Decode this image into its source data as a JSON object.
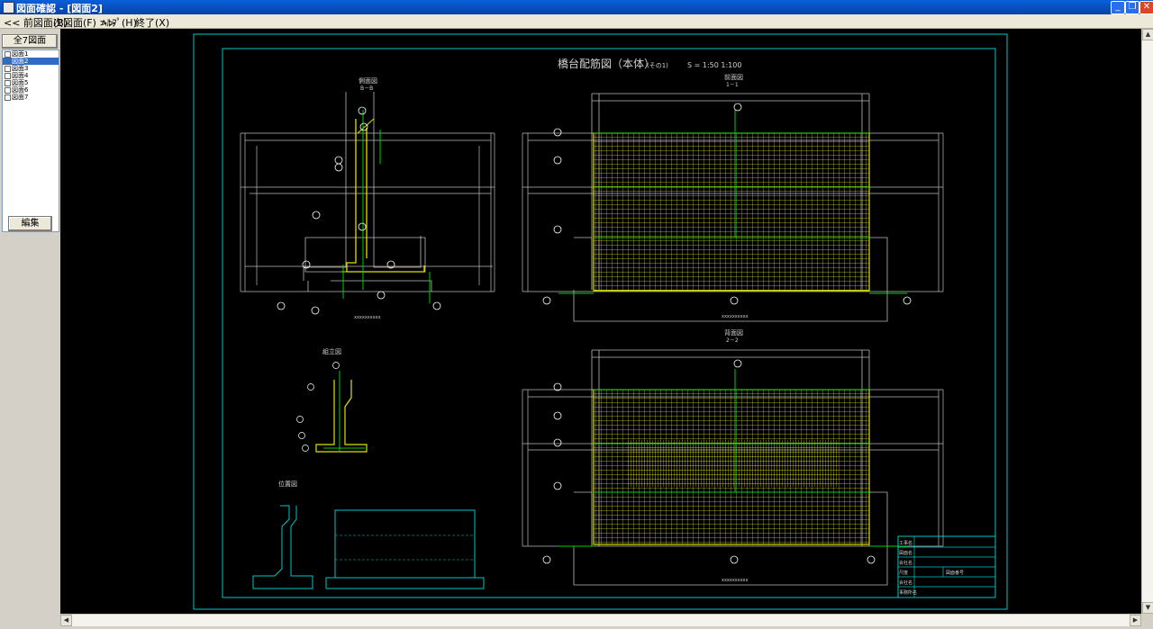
{
  "window": {
    "title": "図面確認 - [図面2]"
  },
  "menu": {
    "prev": "<< 前図面(B)",
    "next": "次図面(F) >>",
    "help": "ﾍﾙﾌﾟ(H)",
    "exit": "終了(X)"
  },
  "sidebar": {
    "all_button": "全7図面",
    "items": [
      "図面1",
      "図面2",
      "図面3",
      "図面4",
      "図面5",
      "図面6",
      "図面7"
    ],
    "selected_index": 1,
    "edit_button": "編集"
  },
  "drawing": {
    "title": "橋台配筋図（本体）",
    "sheet_note": "(その1)",
    "scale": "S = 1:50   1:100",
    "views": {
      "side": "側面図",
      "side_sub": "B－B",
      "front": "前面図",
      "front_sub": "1－1",
      "back": "背面図",
      "back_sub": "2－2",
      "assembly": "組立図",
      "location": "位置図"
    },
    "titleblock": [
      "工事名",
      "図面名",
      "会社名",
      "尺度",
      "会社名",
      "事務所名"
    ],
    "titleblock_right": "図面番号"
  },
  "colors": {
    "accent": "#0a5fd8",
    "cyan": "#00c8c8",
    "rebar": "#e0e000",
    "green": "#00d000"
  }
}
